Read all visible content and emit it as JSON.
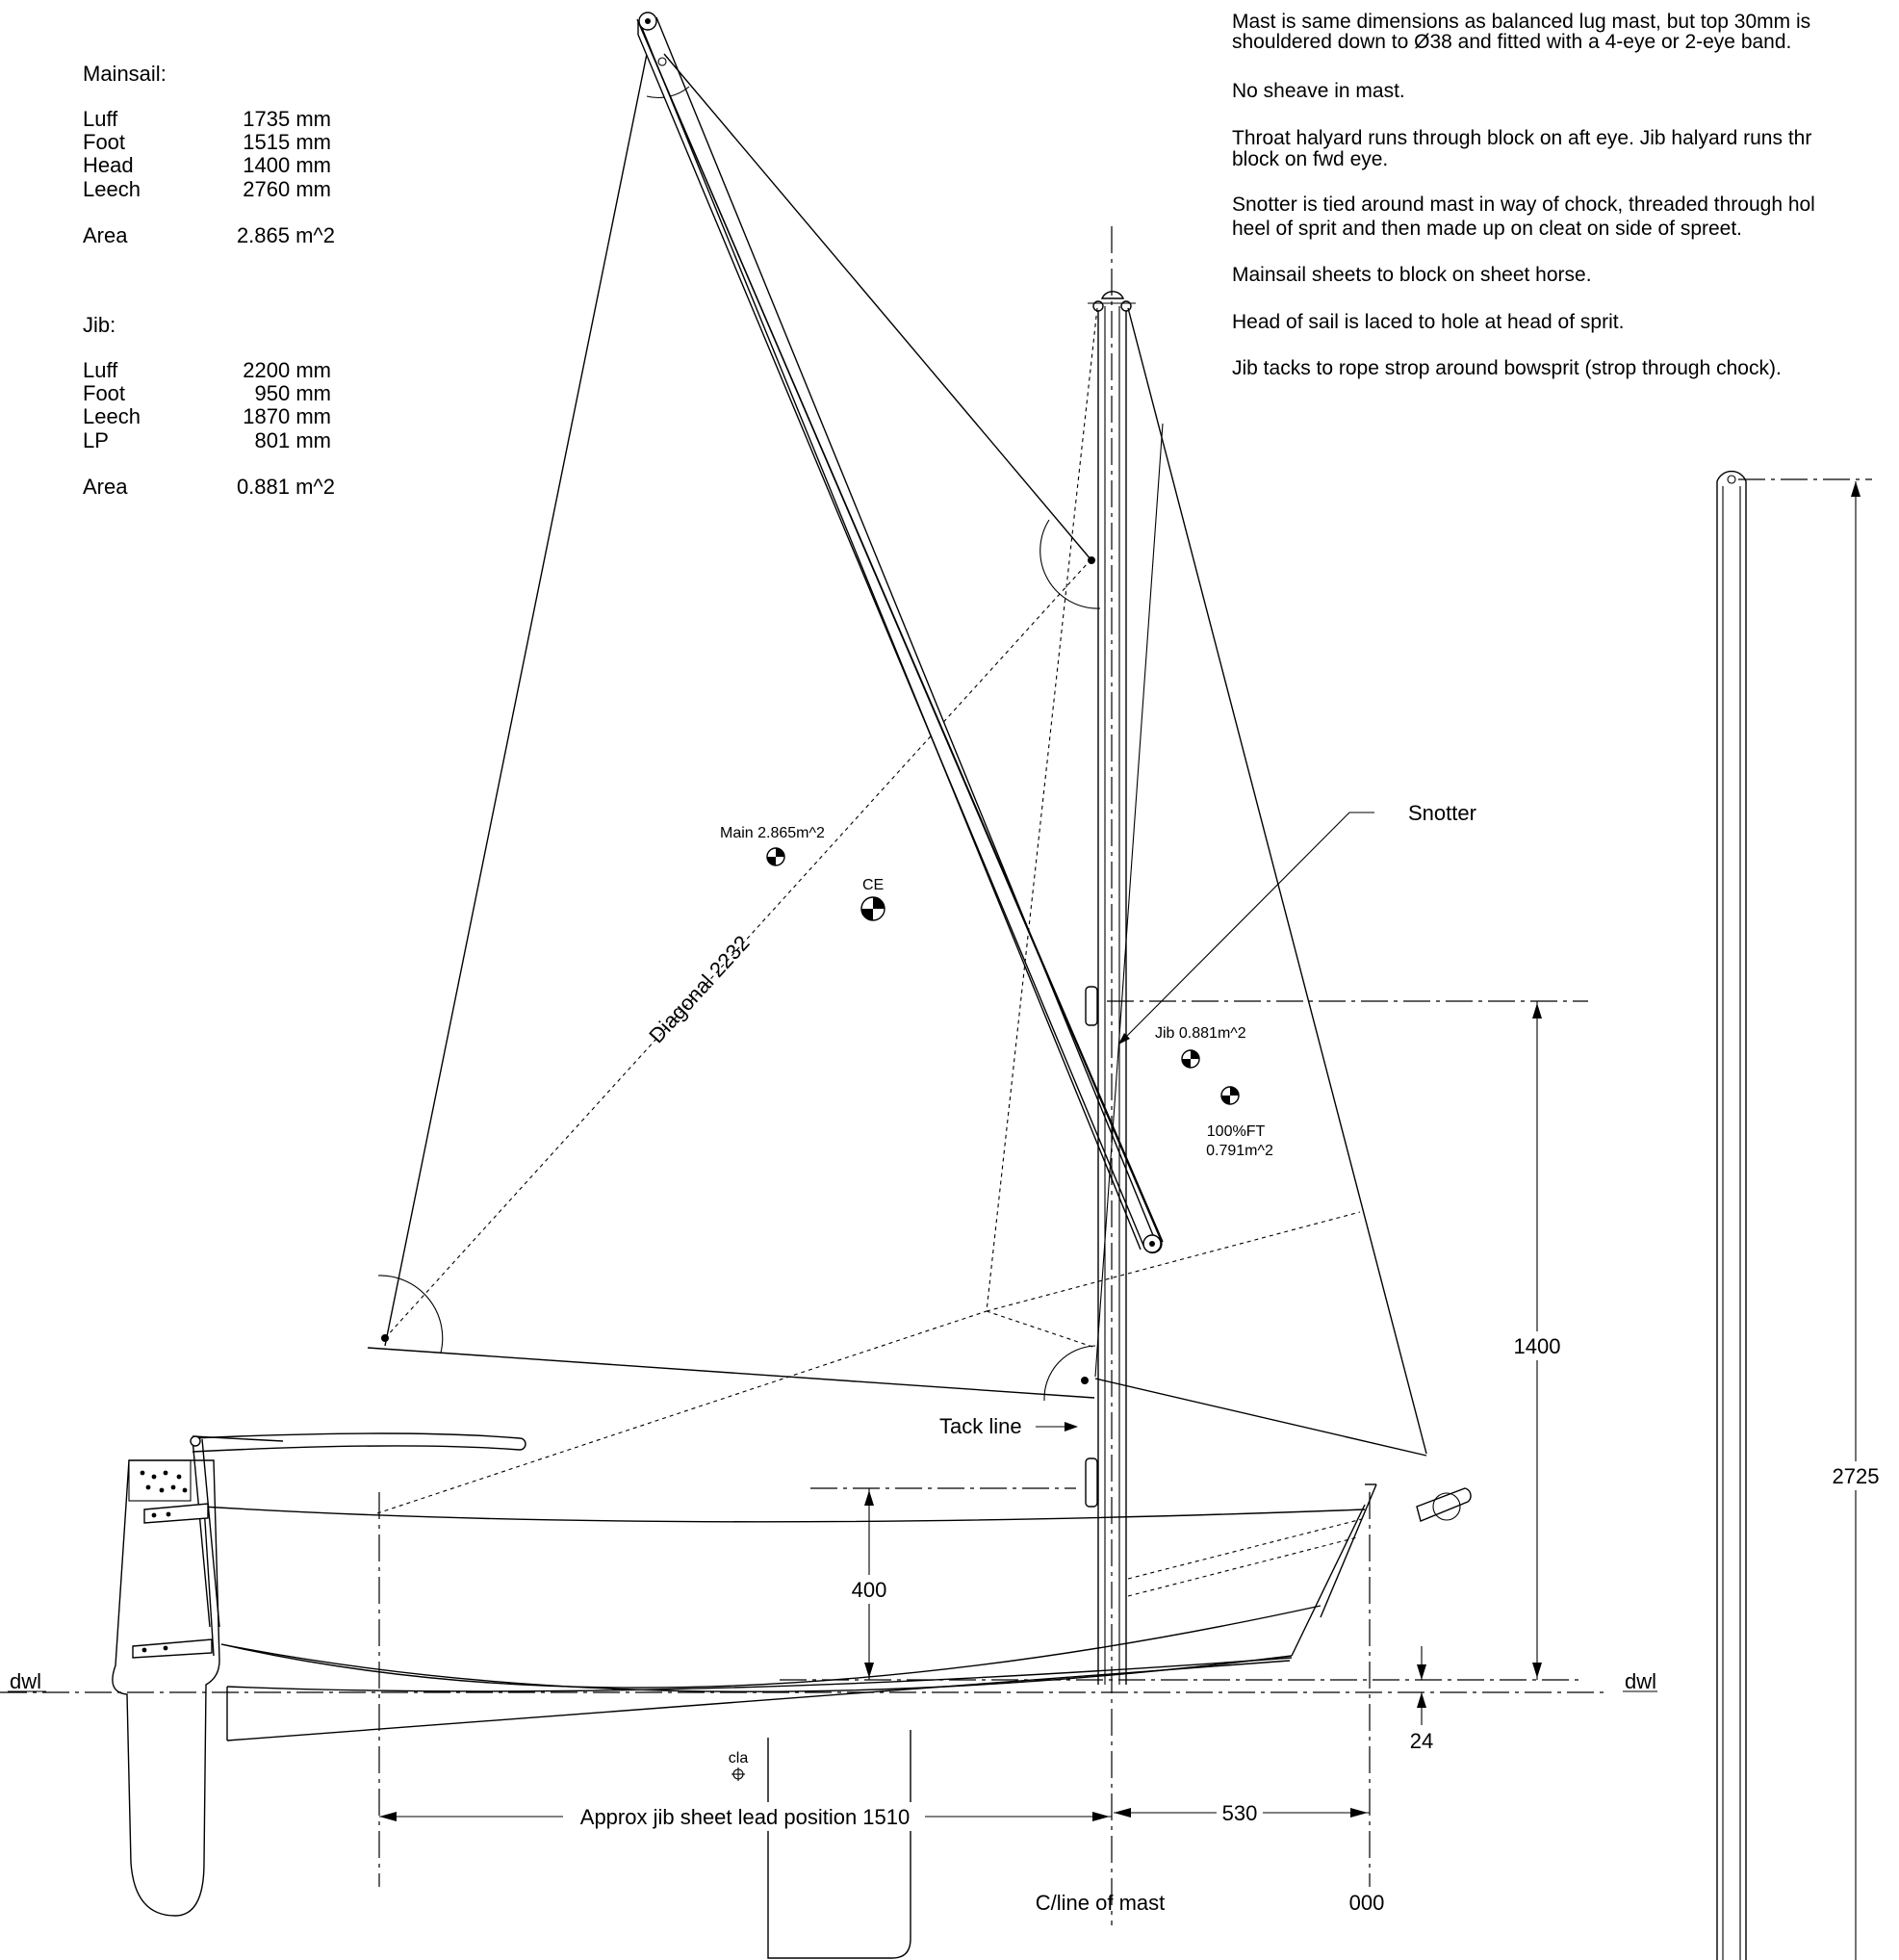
{
  "mainsail": {
    "title": "Mainsail:",
    "rows": [
      {
        "name": "Luff",
        "value": "1735 mm"
      },
      {
        "name": "Foot",
        "value": "1515 mm"
      },
      {
        "name": "Head",
        "value": "1400 mm"
      },
      {
        "name": "Leech",
        "value": "2760 mm"
      }
    ],
    "area": {
      "name": "Area",
      "value": "2.865 m^2"
    }
  },
  "jib": {
    "title": "Jib:",
    "rows": [
      {
        "name": "Luff",
        "value": "2200 mm"
      },
      {
        "name": "Foot",
        "value": "950 mm"
      },
      {
        "name": "Leech",
        "value": "1870 mm"
      },
      {
        "name": "LP",
        "value": "801 mm"
      }
    ],
    "area": {
      "name": "Area",
      "value": "0.881 m^2"
    }
  },
  "notes": [
    [
      "Mast is same dimensions as balanced lug mast, but top 30mm is",
      "shouldered down to Ø38 and fitted with a 4-eye or 2-eye band."
    ],
    [
      "No sheave in mast."
    ],
    [
      "Throat halyard runs through block on aft eye.  Jib halyard runs thr",
      "block on fwd eye."
    ],
    [
      "Snotter is tied around mast in way of chock, threaded through hol",
      "heel of sprit and then made up on cleat on side of spreet."
    ],
    [
      "Mainsail sheets to block on sheet horse."
    ],
    [
      "Head of sail is laced to hole at head of sprit."
    ],
    [
      "Jib tacks to rope strop around bowsprit (strop through chock)."
    ]
  ],
  "labels": {
    "main_ce": "Main 2.865m^2",
    "ce": "CE",
    "diagonal": "Diagonal 2232",
    "snotter": "Snotter",
    "jib_ce": "Jib 0.881m^2",
    "ft_line1": "100%FT",
    "ft_line2": "0.791m^2",
    "tack_line": "Tack line",
    "dim_1400": "1400",
    "dim_2725": "2725",
    "dim_400": "400",
    "dim_24": "24",
    "dwl_left": "dwl",
    "dwl_right": "dwl",
    "cla": "cla",
    "jib_sheet": "Approx jib sheet lead position 1510",
    "dim_530": "530",
    "mast_cl": "C/line of mast",
    "station_000": "000"
  }
}
